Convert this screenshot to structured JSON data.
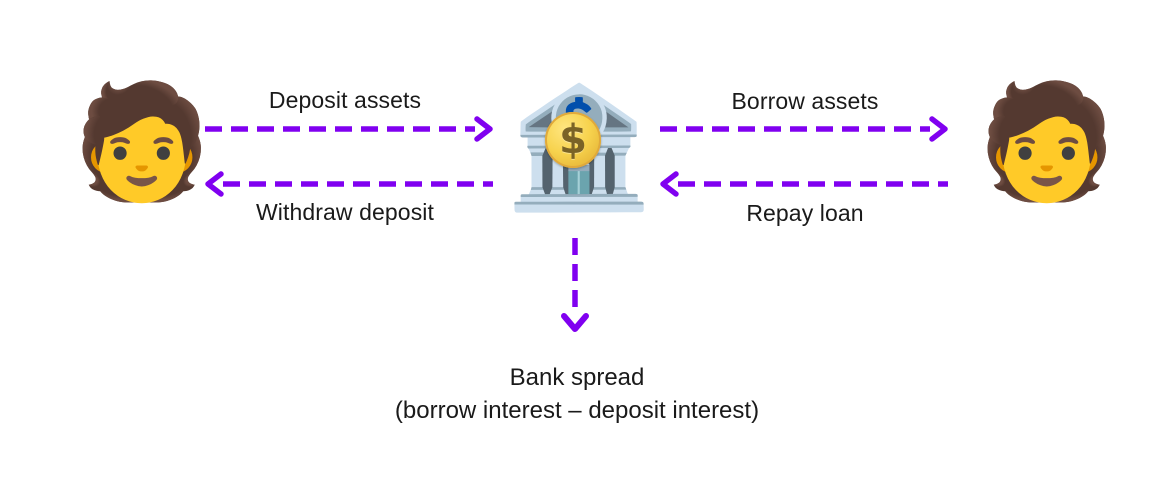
{
  "diagram": {
    "background_color": "#ffffff",
    "arrow_color": "#8000F0",
    "text_color": "#1a1a1a",
    "nodes": {
      "depositor": {
        "icon": "person-emoji",
        "glyph": "🧑"
      },
      "bank": {
        "icon": "bank-emoji",
        "glyph": "🏦",
        "coin_symbol": "$"
      },
      "borrower": {
        "icon": "person-emoji",
        "glyph": "🧑"
      }
    },
    "flows": {
      "deposit_assets": "Deposit assets",
      "withdraw_deposit": "Withdraw deposit",
      "borrow_assets": "Borrow assets",
      "repay_loan": "Repay loan"
    },
    "spread": {
      "title": "Bank spread",
      "formula": "(borrow interest – deposit interest)"
    }
  }
}
